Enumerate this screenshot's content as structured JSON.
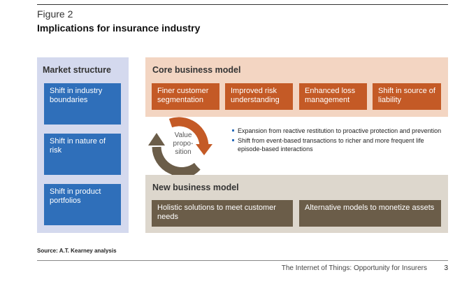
{
  "figure_label": "Figure 2",
  "title": "Implications for insurance industry",
  "market_structure": {
    "title": "Market structure",
    "items": [
      "Shift in industry boundaries",
      "Shift in nature of risk",
      "Shift in product portfolios"
    ]
  },
  "core_model": {
    "title": "Core business model",
    "items": [
      "Finer customer segmentation",
      "Improved risk understanding",
      "Enhanced loss management",
      "Shift in source of liability"
    ]
  },
  "value_proposition": {
    "label_lines": [
      "Value",
      "propo-",
      "sition"
    ],
    "bullets": [
      "Expansion from reactive restitution to proactive protection and prevention",
      "Shift from event-based transactions to richer and more frequent life episode-based interactions"
    ]
  },
  "new_model": {
    "title": "New business model",
    "items": [
      "Holistic solutions to meet customer needs",
      "Alternative models to monetize assets"
    ]
  },
  "source": "Source: A.T. Kearney analysis",
  "footer": {
    "text": "The Internet of Things: Opportunity for Insurers",
    "page": "3"
  },
  "colors": {
    "blue": "#2f6fba",
    "orange": "#c45a26",
    "brown": "#6b5d49",
    "peach": "#f3d5c2",
    "lavender": "#d4d9ee",
    "beige": "#ddd7cd"
  }
}
